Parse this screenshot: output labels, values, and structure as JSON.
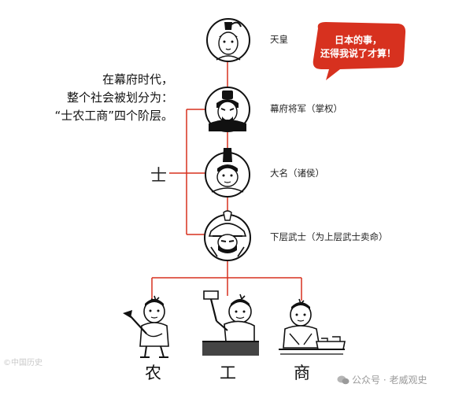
{
  "intro": {
    "lines": [
      "在幕府时代，",
      "整个社会被划分为：",
      "“士农工商”四个阶层。"
    ]
  },
  "speech_bubble": {
    "lines": [
      "日本的事，",
      "还得我说了才算！"
    ],
    "color": "#d7311f"
  },
  "ranks": [
    {
      "label": "天皇",
      "figure": "emperor-portrait"
    },
    {
      "label": "幕府将军（掌权）",
      "figure": "shogun-portrait"
    },
    {
      "label": "大名（诸侯）",
      "figure": "daimyo-portrait"
    },
    {
      "label": "下层武士（为上层武士卖命）",
      "figure": "lower-samurai-portrait"
    }
  ],
  "shi_label": "士",
  "bottom_classes": [
    {
      "label": "农",
      "figure": "farmer-figure"
    },
    {
      "label": "工",
      "figure": "artisan-figure"
    },
    {
      "label": "商",
      "figure": "merchant-figure"
    }
  ],
  "connector_color": "#d7311f",
  "watermarks": {
    "left": "©中国历史",
    "right": "公众号 · 老威观史"
  }
}
